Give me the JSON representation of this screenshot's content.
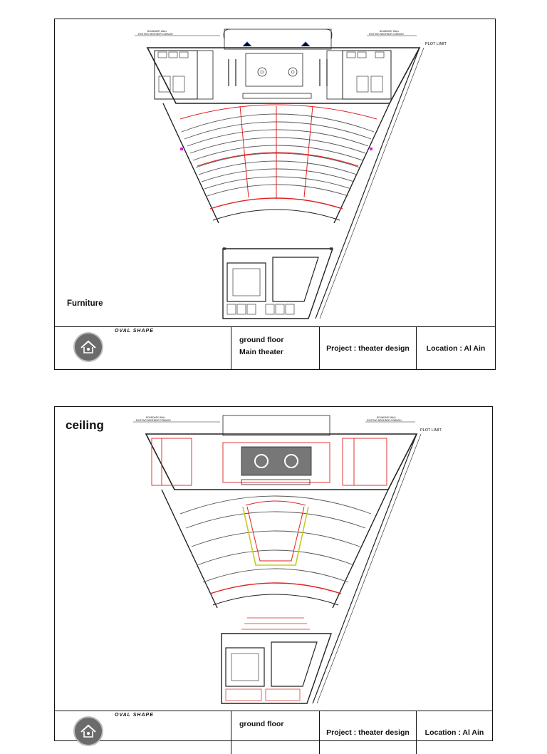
{
  "sheets": [
    {
      "label": "Furniture",
      "title_block": {
        "firm_name": "OVAL SHAPE",
        "level": "ground floor",
        "drawing_title": "Main theater",
        "project": "Project : theater design",
        "location": "Location : Al Ain"
      },
      "annotations": {
        "boundary_left": "BOUNDARY WALL",
        "boundary_left_sub": "EXISTING NEIGHBOR COMMON",
        "boundary_right": "BOUNDARY WALL",
        "boundary_right_sub": "EXISTING NEIGHBOR COMMON",
        "plot_limit": "PLOT LIMIT"
      }
    },
    {
      "label": "ceiling",
      "title_block": {
        "firm_name": "OVAL SHAPE",
        "level": "ground floor",
        "drawing_title": "",
        "project": "Project : theater design",
        "location": "Location : Al Ain"
      },
      "annotations": {
        "boundary_left": "BOUNDARY WALL",
        "boundary_left_sub": "EXISTING NEIGHBOR COMMON",
        "boundary_right": "BOUNDARY WALL",
        "boundary_right_sub": "EXISTING NEIGHBOR COMMON",
        "plot_limit": "PLOT LIMIT"
      }
    }
  ],
  "colors": {
    "line": "#222222",
    "red_line": "#e02020",
    "magenta_node": "#e020e0",
    "blue_door": "#2040d0",
    "yellow_line": "#c8c820",
    "logo": "#6b6b6b"
  }
}
